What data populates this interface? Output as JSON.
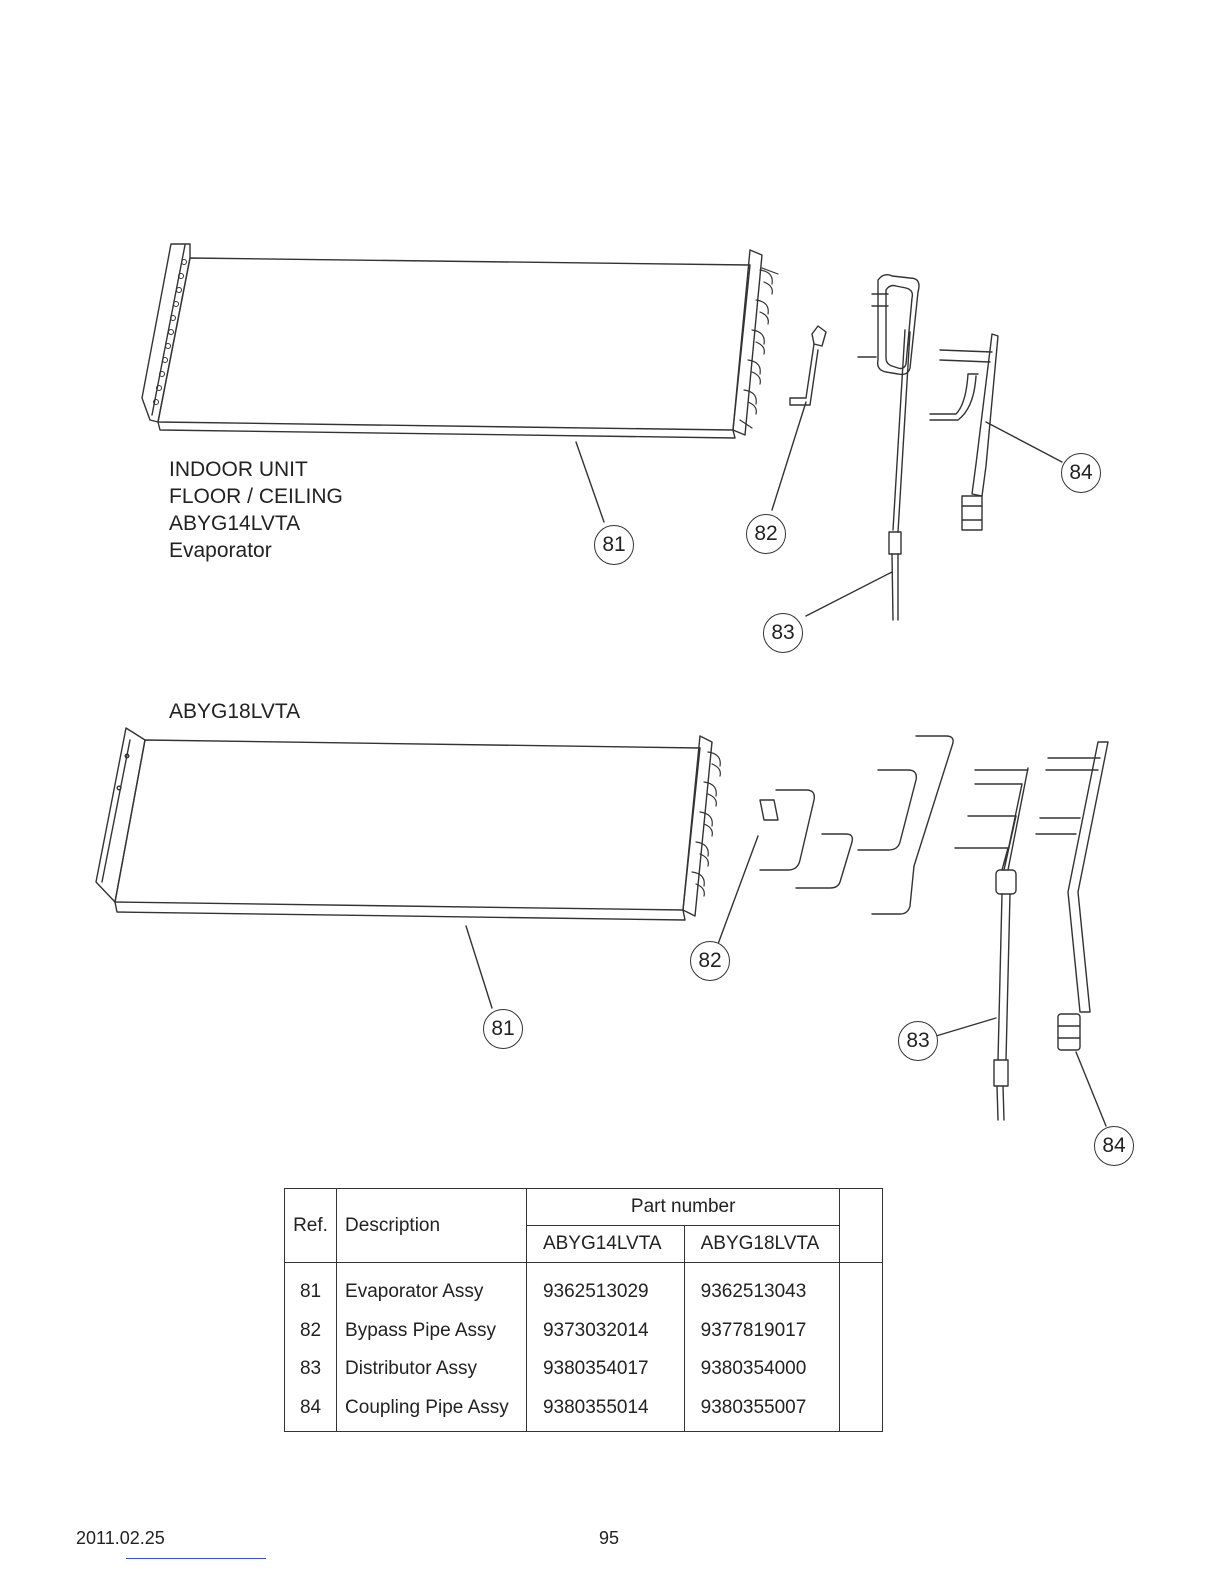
{
  "diagram1": {
    "caption": [
      "INDOOR UNIT",
      "FLOOR / CEILING",
      "ABYG14LVTA",
      "Evaporator"
    ],
    "balloons": [
      "81",
      "82",
      "83",
      "84"
    ]
  },
  "diagram2": {
    "caption": "ABYG18LVTA",
    "balloons": [
      "81",
      "82",
      "83",
      "84"
    ]
  },
  "table": {
    "headers": {
      "ref": "Ref.",
      "description": "Description",
      "part_number": "Part number",
      "model1": "ABYG14LVTA",
      "model2": "ABYG18LVTA"
    },
    "rows": [
      {
        "ref": "81",
        "description": "Evaporator Assy",
        "pn1": "9362513029",
        "pn2": "9362513043"
      },
      {
        "ref": "82",
        "description": "Bypass Pipe Assy",
        "pn1": "9373032014",
        "pn2": "9377819017"
      },
      {
        "ref": "83",
        "description": "Distributor Assy",
        "pn1": "9380354017",
        "pn2": "9380354000"
      },
      {
        "ref": "84",
        "description": "Coupling Pipe Assy",
        "pn1": "9380355014",
        "pn2": "9380355007"
      }
    ]
  },
  "footer": {
    "date": "2011.02.25",
    "page": "95"
  }
}
